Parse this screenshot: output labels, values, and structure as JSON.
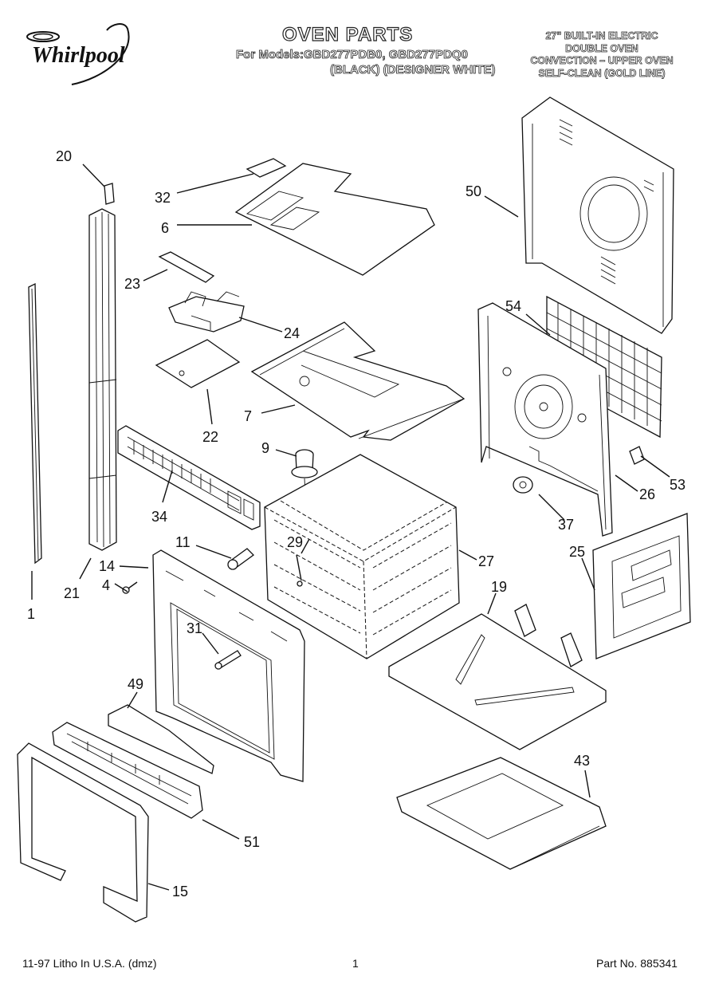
{
  "brand": {
    "logo_text": "Whirlpool"
  },
  "header": {
    "title": "OVEN PARTS",
    "models_line": "For Models:GBD277PDB0, GBD277PDQ0",
    "colors_line": "(BLACK)  (DESIGNER WHITE)",
    "description": [
      "27\" BUILT-IN ELECTRIC",
      "DOUBLE OVEN",
      "CONVECTION – UPPER OVEN",
      "SELF-CLEAN (GOLD LINE)"
    ]
  },
  "callouts": [
    "20",
    "32",
    "6",
    "50",
    "23",
    "24",
    "54",
    "22",
    "7",
    "9",
    "53",
    "34",
    "26",
    "37",
    "11",
    "29",
    "27",
    "14",
    "25",
    "4",
    "21",
    "19",
    "31",
    "1",
    "49",
    "43",
    "51",
    "15"
  ],
  "footer": {
    "print_info": "11-97 Litho In U.S.A. (dmz)",
    "page_number": "1",
    "part_number": "Part No. 885341"
  }
}
